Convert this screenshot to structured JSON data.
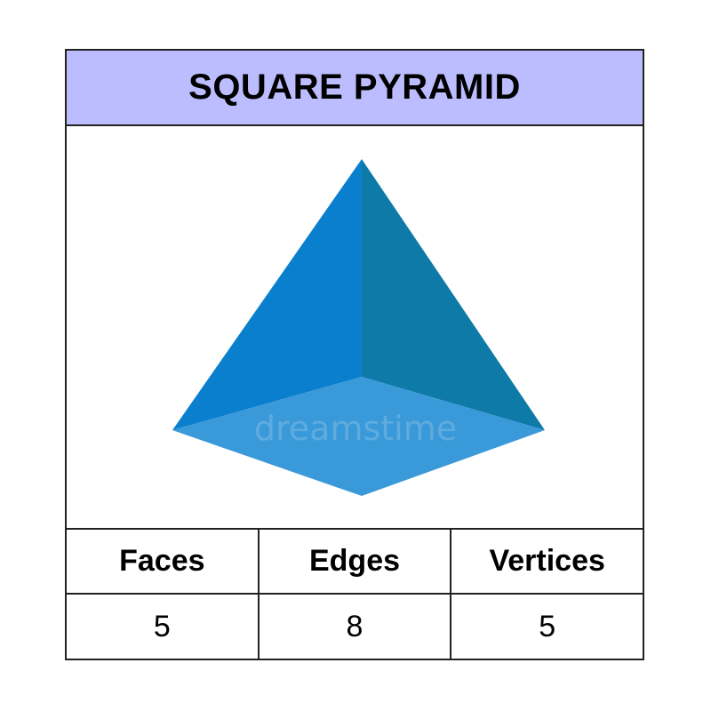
{
  "title": "SQUARE PYRAMID",
  "properties": {
    "headers": [
      "Faces",
      "Edges",
      "Vertices"
    ],
    "values": [
      "5",
      "8",
      "5"
    ]
  },
  "shape": {
    "name": "square-pyramid",
    "colors": {
      "left_face": "#0a7fcd",
      "right_face": "#0d7aa8",
      "base": "#3a99d8"
    }
  },
  "watermark": "dreamstime"
}
